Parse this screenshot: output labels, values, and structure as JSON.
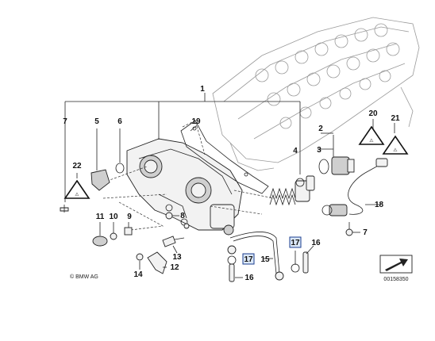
{
  "callouts": {
    "c1": "1",
    "c2": "2",
    "c3": "3",
    "c4": "4",
    "c5": "5",
    "c6": "6",
    "c7a": "7",
    "c7b": "7",
    "c8": "8",
    "c9": "9",
    "c10": "10",
    "c11": "11",
    "c12": "12",
    "c13": "13",
    "c14": "14",
    "c15": "15",
    "c16a": "16",
    "c16b": "16",
    "c17a": "17",
    "c17b": "17",
    "c18": "18",
    "c19": "19",
    "c20": "20",
    "c21": "21",
    "c22": "22"
  },
  "copyright": "© BMW AG",
  "diagram_id": "00158350",
  "colors": {
    "highlight_box": "#1a3d8f",
    "highlight_fill": "#dbe8f7"
  },
  "icons": [
    "warning-triangle-icon",
    "next-page-arrow-icon"
  ]
}
